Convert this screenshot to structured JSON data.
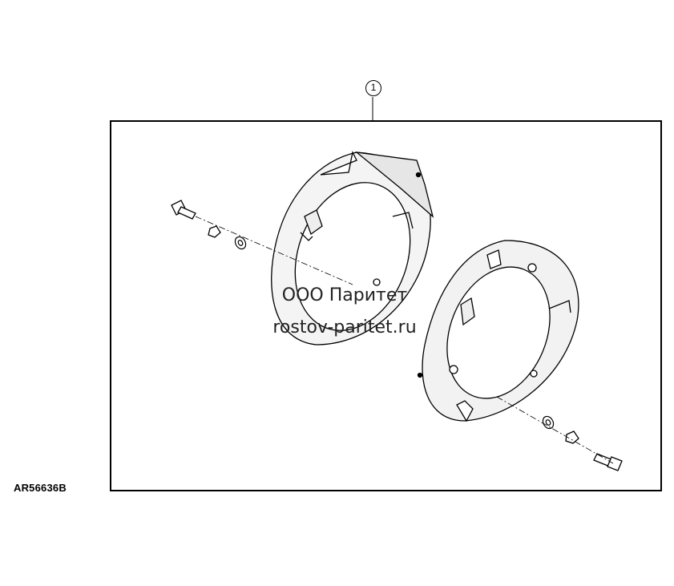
{
  "callout": "1",
  "figure_id": "AR56636B",
  "watermark": {
    "line1": "ООО Паритет",
    "line2": "rostov-paritet.ru"
  }
}
